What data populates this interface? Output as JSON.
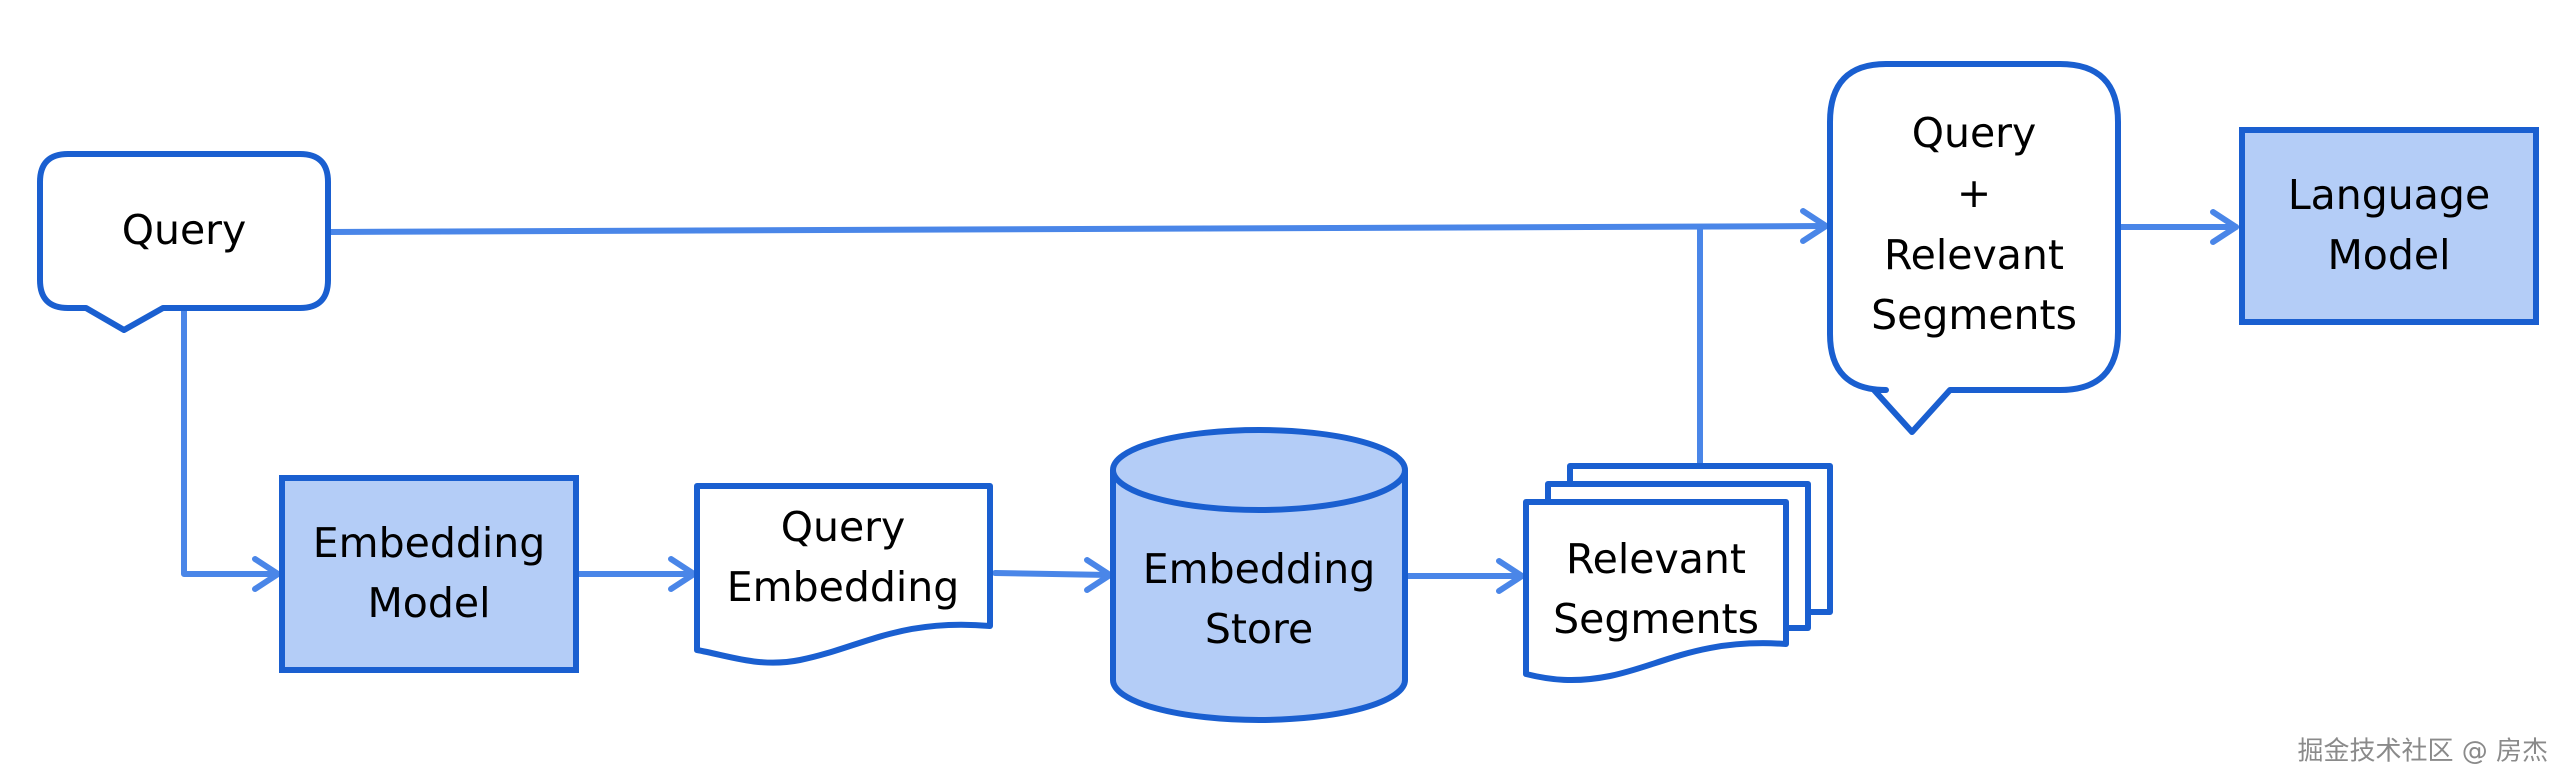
{
  "nodes": {
    "query": {
      "label": "Query"
    },
    "embedding_model": {
      "line1": "Embedding",
      "line2": "Model"
    },
    "query_embedding": {
      "line1": "Query",
      "line2": "Embedding"
    },
    "embedding_store": {
      "line1": "Embedding",
      "line2": "Store"
    },
    "relevant_segments": {
      "line1": "Relevant",
      "line2": "Segments"
    },
    "combined": {
      "line1": "Query",
      "line2": "+",
      "line3": "Relevant",
      "line4": "Segments"
    },
    "language_model": {
      "line1": "Language",
      "line2": "Model"
    }
  },
  "watermark": "掘金技术社区 @ 房杰",
  "colors": {
    "stroke": "#1a5fd0",
    "fill_accent": "#b4cdf7",
    "fill_plain": "#ffffff",
    "arrow": "#4a86e8",
    "text": "#000000"
  }
}
